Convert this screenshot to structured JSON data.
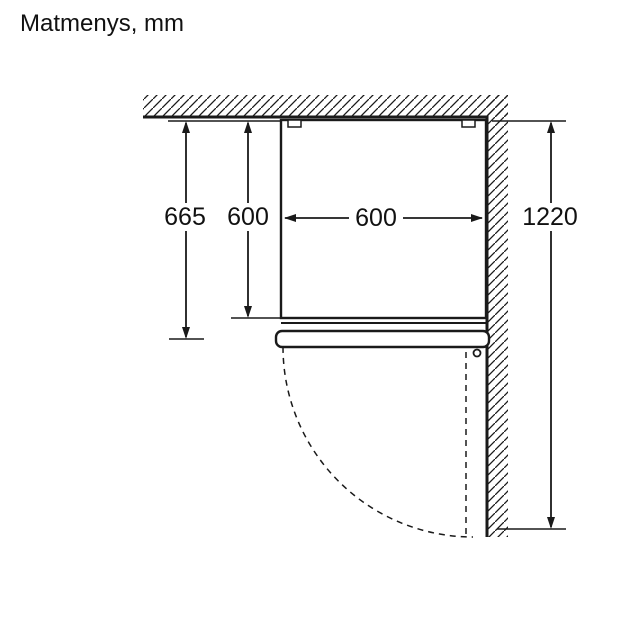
{
  "title": "Matmenys, mm",
  "units": "mm",
  "colors": {
    "line": "#1a1a1a",
    "background": "#ffffff"
  },
  "diagram": {
    "description": "Top view installation dimension drawing of appliance against wall with door swing arc",
    "dimensions": {
      "depth_total": "665",
      "depth_body": "600",
      "width": "600",
      "side_clearance": "1220"
    }
  }
}
